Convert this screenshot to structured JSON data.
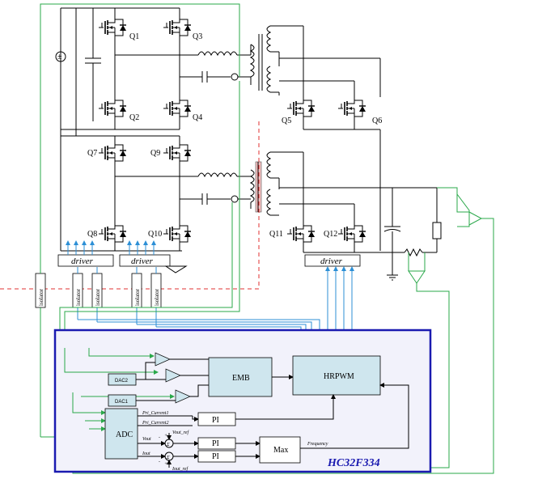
{
  "transistors": [
    "Q1",
    "Q2",
    "Q3",
    "Q4",
    "Q5",
    "Q6",
    "Q7",
    "Q9",
    "Q8",
    "Q10",
    "Q11",
    "Q12"
  ],
  "drivers": [
    "driver",
    "driver",
    "driver"
  ],
  "isolators": [
    "isolator",
    "isolator",
    "isolator",
    "isolator",
    "isolator"
  ],
  "controller": {
    "name": "HC32F334",
    "blocks": {
      "emb": "EMB",
      "hrpwm": "HRPWM",
      "adc": "ADC",
      "pi": "PI",
      "max": "Max",
      "dac2": "DAC2",
      "dac1": "DAC1"
    },
    "signals": {
      "pri_current1": "Pri_Current1",
      "pri_current2": "Pri_Current2",
      "vout": "Vout",
      "vout_ref": "Vout_ref",
      "iout": "Iout",
      "iout_ref": "Iout_ref",
      "frequency": "Frequency",
      "plus": "+",
      "minus": "-",
      "sigma": "Σ"
    }
  },
  "colors": {
    "wire": "#000000",
    "feedback": "#2aa84a",
    "gate_signal": "#2c8fd6",
    "isolation_line": "#e03030",
    "chip_border": "#1a1ab0",
    "chip_fill": "#f2f2fb",
    "block_fill": "#cfe6ee"
  }
}
